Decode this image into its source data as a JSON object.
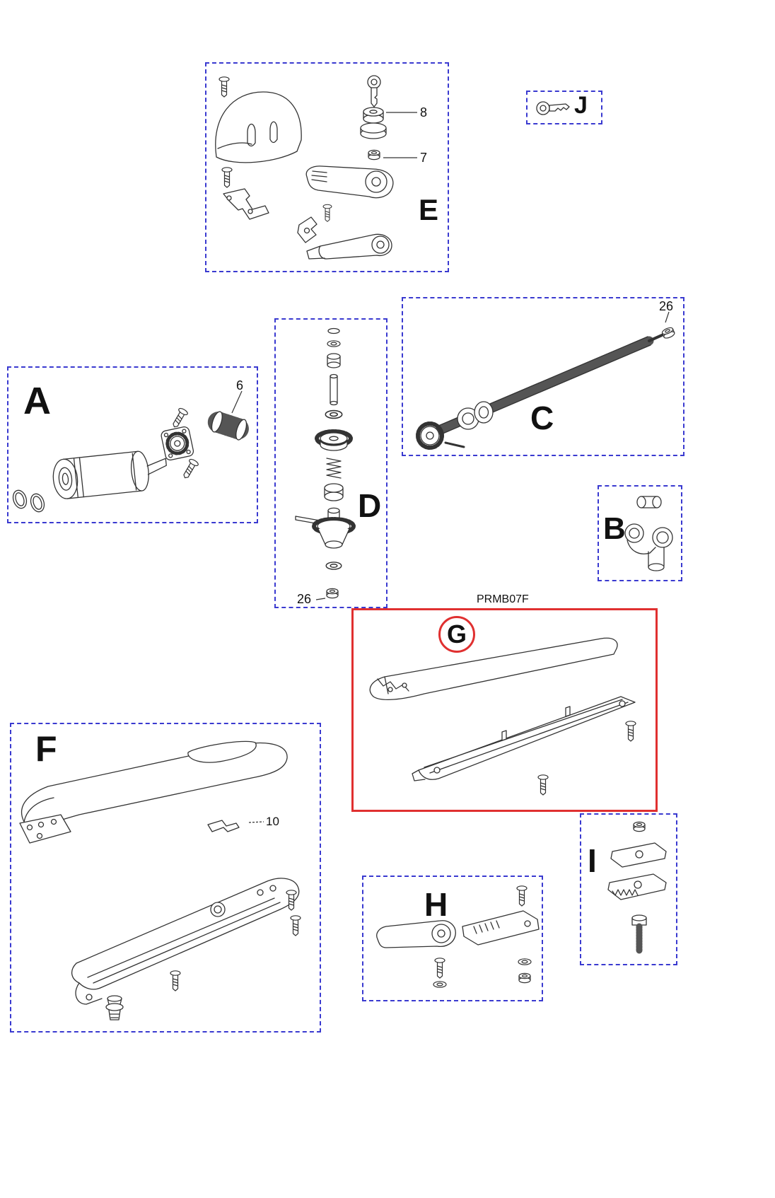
{
  "highlight_code": "PRMB07F",
  "labels": {
    "A": "A",
    "B": "B",
    "C": "C",
    "D": "D",
    "E": "E",
    "F": "F",
    "G": "G",
    "H": "H",
    "I": "I",
    "J": "J"
  },
  "callouts": {
    "lock_cylinder": "8",
    "lock_nut": "7",
    "worm_gear": "6",
    "shaft_nut": "26",
    "bevel_nut": "26",
    "release_bracket": "10"
  },
  "colors": {
    "section_border": "#3a3ad0",
    "highlight_border": "#e03030",
    "line_art": "#333333",
    "background": "#ffffff"
  }
}
